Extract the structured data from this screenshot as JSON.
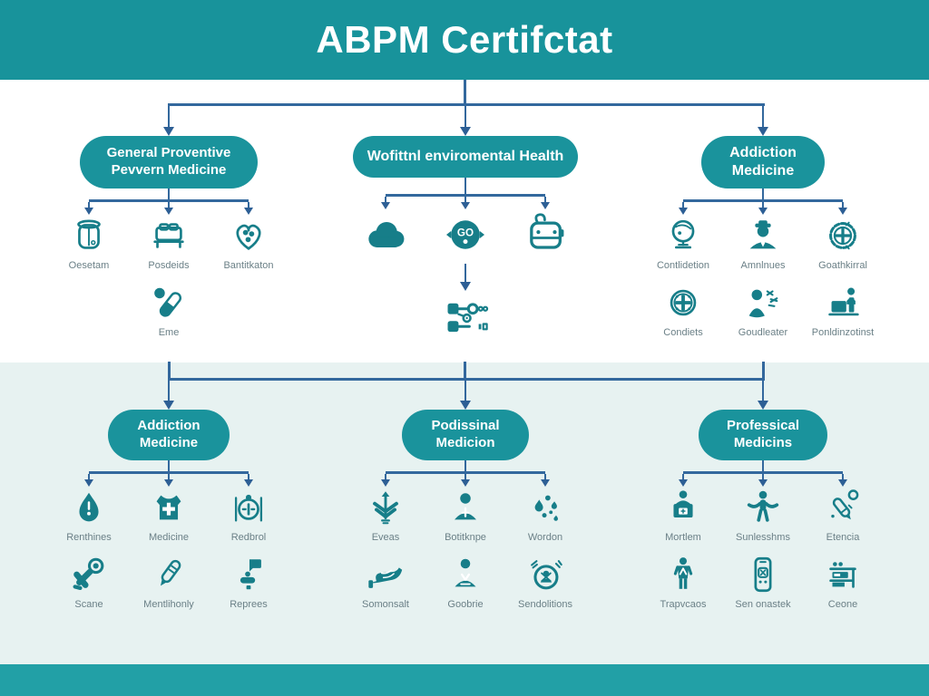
{
  "title": "ABPM Certifctat",
  "colors": {
    "teal_banner": "#18939b",
    "teal_node": "#1a939c",
    "teal_footer": "#22a0a6",
    "icon_teal": "#177e89",
    "connector_blue": "#33689d",
    "bottom_bg": "#e7f2f1",
    "caption_gray": "#6b8087"
  },
  "top_branches": [
    {
      "label": "General Proventive\nPevvern Medicine",
      "rows": [
        [
          {
            "icon": "jar-icon",
            "caption": "Oesetam"
          },
          {
            "icon": "bed-icon",
            "caption": "Posdeids"
          },
          {
            "icon": "heart-people-icon",
            "caption": "Bantitkaton"
          }
        ],
        [
          {
            "icon": "pill-icon",
            "caption": "Eme"
          }
        ]
      ]
    },
    {
      "label": "Wofittnl enviromental Health",
      "rows": [
        [
          {
            "icon": "cloud-icon",
            "caption": ""
          },
          {
            "icon": "face-go-icon",
            "caption": ""
          },
          {
            "icon": "wallet-icon",
            "caption": ""
          }
        ],
        [
          {
            "icon": "network-icon",
            "caption": ""
          }
        ]
      ]
    },
    {
      "label": "Addiction\nMedicine",
      "rows": [
        [
          {
            "icon": "globe-icon",
            "caption": "Contlidetion"
          },
          {
            "icon": "doctor-icon",
            "caption": "Amnlnues"
          },
          {
            "icon": "seal-icon",
            "caption": "Goathkirral"
          }
        ],
        [
          {
            "icon": "compass-icon",
            "caption": "Condiets"
          },
          {
            "icon": "person-sneeze-icon",
            "caption": "Goudleater"
          },
          {
            "icon": "workstation-icon",
            "caption": "Ponldinzotinst"
          }
        ]
      ]
    }
  ],
  "bottom_branches": [
    {
      "label": "Addiction\nMedicine",
      "rows": [
        [
          {
            "icon": "drop-icon",
            "caption": "Renthines"
          },
          {
            "icon": "vest-icon",
            "caption": "Medicine"
          },
          {
            "icon": "gauge-icon",
            "caption": "Redbrol"
          }
        ],
        [
          {
            "icon": "scan-tool-icon",
            "caption": "Scane"
          },
          {
            "icon": "pen-icon",
            "caption": "Mentlihonly"
          },
          {
            "icon": "flag-person-icon",
            "caption": "Reprees"
          }
        ]
      ]
    },
    {
      "label": "Podissinal\nMedicion",
      "rows": [
        [
          {
            "icon": "plant-icon",
            "caption": "Eveas"
          },
          {
            "icon": "person-tie-icon",
            "caption": "Botitknpe"
          },
          {
            "icon": "drops-icon",
            "caption": "Wordon"
          }
        ],
        [
          {
            "icon": "hand-icon",
            "caption": "Somonsalt"
          },
          {
            "icon": "person-v-icon",
            "caption": "Goobrie"
          },
          {
            "icon": "no-person-icon",
            "caption": "Sendolitions"
          }
        ]
      ]
    },
    {
      "label": "Professical\nMedicins",
      "rows": [
        [
          {
            "icon": "person-desk-icon",
            "caption": "Mortlem"
          },
          {
            "icon": "stretch-person-icon",
            "caption": "Sunlesshms"
          },
          {
            "icon": "stylus-icon",
            "caption": "Etencia"
          }
        ],
        [
          {
            "icon": "standing-person-icon",
            "caption": "Trapvcaos"
          },
          {
            "icon": "phone-icon",
            "caption": "Sen onastek"
          },
          {
            "icon": "desk-icon",
            "caption": "Ceone"
          }
        ]
      ]
    }
  ]
}
